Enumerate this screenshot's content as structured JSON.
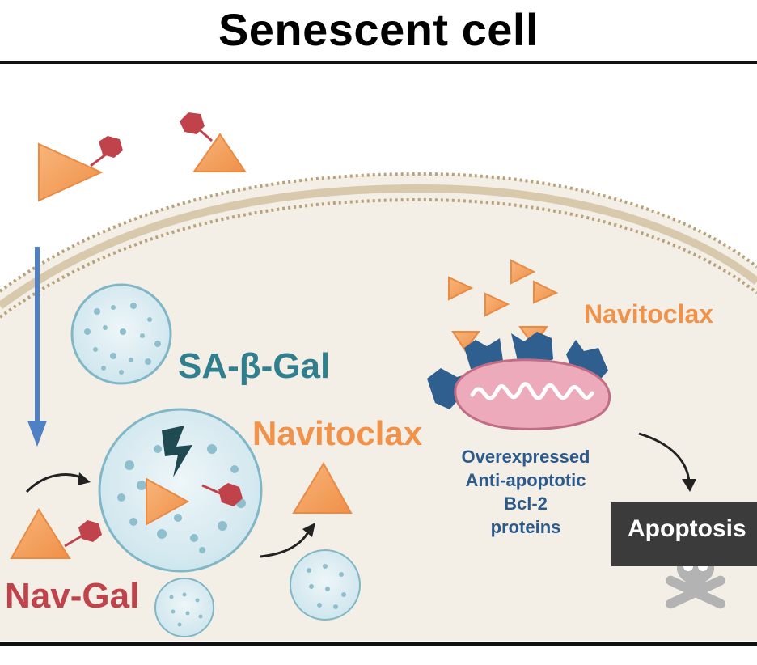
{
  "title": "Senescent cell",
  "labels": {
    "sa_beta_gal": "SA-β-Gal",
    "navitoclax_mid": "Navitoclax",
    "navitoclax_right": "Navitoclax",
    "nav_gal": "Nav-Gal",
    "bcl2_line1": "Overexpressed",
    "bcl2_line2": "Anti-apoptotic",
    "bcl2_line3": "Bcl-2",
    "bcl2_line4": "proteins",
    "apoptosis": "Apoptosis"
  },
  "colors": {
    "cytoplasm": "#f4efe6",
    "membrane": "#c9b89a",
    "drug_triangle": "#f3a25f",
    "galactose_hexagon": "#c0434c",
    "lysosome": "#dcedf2",
    "lysosome_edge": "#7fb7c6",
    "mitochondrion": "#e9a7b6",
    "bcl2_protein": "#2f5f8f",
    "arrow_blue": "#4f7fc4",
    "apoptosis_box": "#3b3b3b"
  },
  "icons": [
    "lightning-icon",
    "skull-crossbones-icon"
  ]
}
